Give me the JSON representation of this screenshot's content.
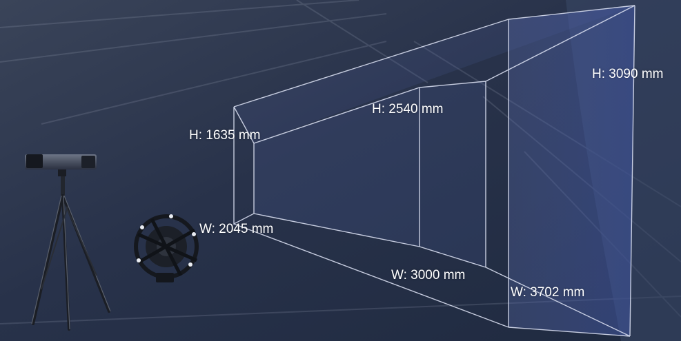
{
  "labels": {
    "h_near": "H: 1635 mm",
    "h_mid": "H: 2540 mm",
    "h_far": "H: 3090 mm",
    "w_near": "W: 2045 mm",
    "w_mid": "W: 3000 mm",
    "w_far": "W: 3702 mm"
  },
  "colors": {
    "background": "#2a3447",
    "volume_fill": "#4a5d99",
    "edge": "#d8deef",
    "label_text": "#ffffff"
  },
  "icons": {
    "scanner": "tripod-scanner-icon",
    "probe": "optical-probe-icon"
  }
}
